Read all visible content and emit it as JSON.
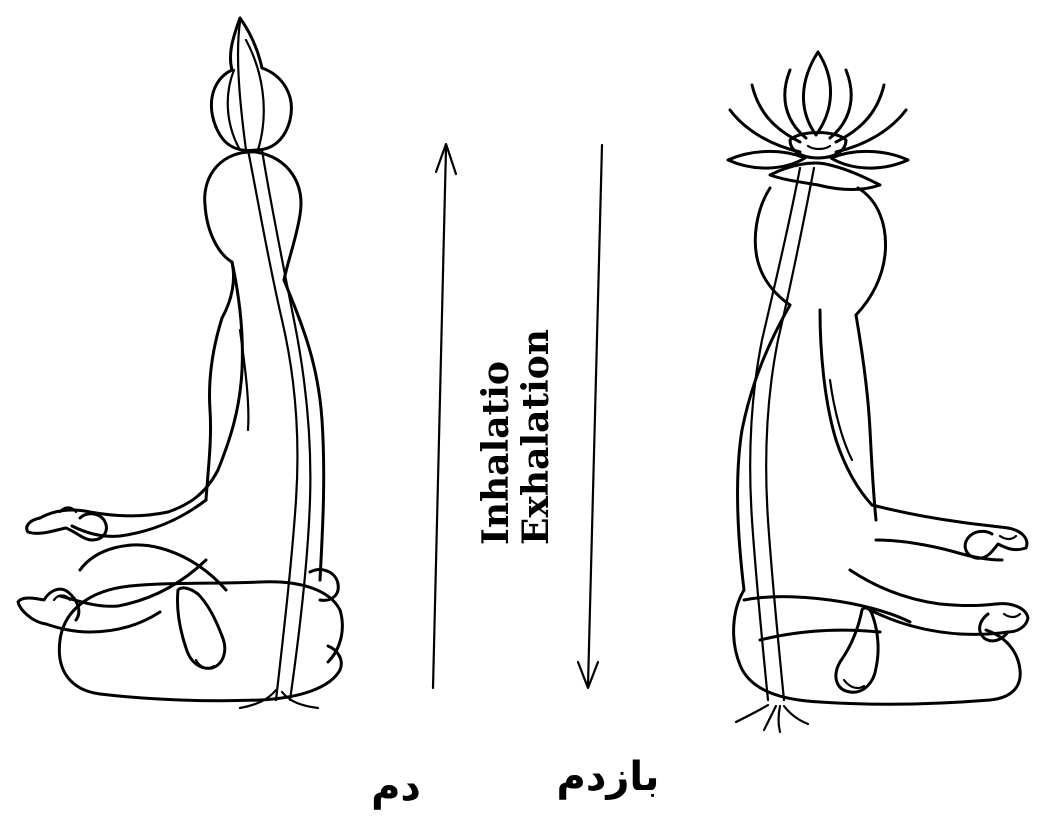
{
  "labels": {
    "inhalation": "Inhalatio",
    "exhalation": "Exhalation",
    "persian_inhale": "دم",
    "persian_exhale": "بازدم"
  },
  "colors": {
    "ink": "#000000",
    "paper": "#ffffff"
  }
}
